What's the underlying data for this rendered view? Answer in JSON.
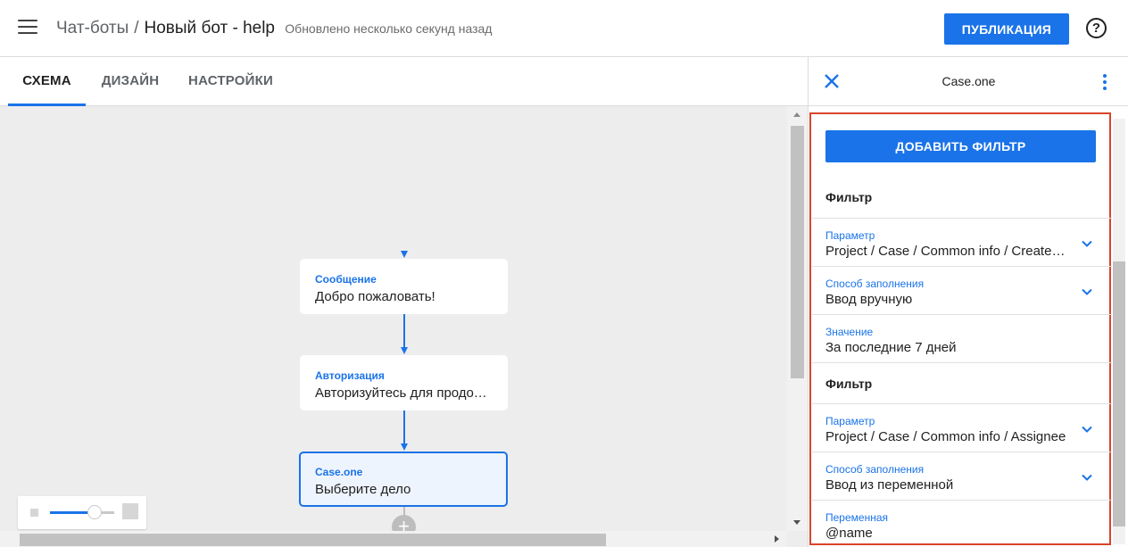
{
  "header": {
    "breadcrumb_root": "Чат-боты",
    "breadcrumb_sep": "/",
    "breadcrumb_current": "Новый бот - help",
    "updated": "Обновлено несколько секунд назад",
    "publish_label": "ПУБЛИКАЦИЯ",
    "help_glyph": "?"
  },
  "tabs": [
    {
      "label": "СХЕМА",
      "active": true
    },
    {
      "label": "ДИЗАЙН",
      "active": false
    },
    {
      "label": "НАСТРОЙКИ",
      "active": false
    }
  ],
  "flow": {
    "nodes": [
      {
        "type": "Сообщение",
        "text": "Добро пожаловать!"
      },
      {
        "type": "Авторизация",
        "text": "Авторизуйтесь для продолжения"
      },
      {
        "type": "Case.one",
        "text": "Выберите дело",
        "selected": true
      }
    ],
    "add_glyph": "+"
  },
  "zoom": {
    "level": 0.7
  },
  "panel": {
    "title": "Case.one",
    "add_filter_label": "ДОБАВИТЬ ФИЛЬТР",
    "filters": [
      {
        "title": "Фильтр",
        "fields": [
          {
            "label": "Параметр",
            "value": "Project / Case / Common info / Created date",
            "dropdown": true
          },
          {
            "label": "Способ заполнения",
            "value": "Ввод вручную",
            "dropdown": true
          },
          {
            "label": "Значение",
            "value": "За последние 7 дней",
            "dropdown": false
          }
        ]
      },
      {
        "title": "Фильтр",
        "fields": [
          {
            "label": "Параметр",
            "value": "Project / Case / Common info / Assignee",
            "dropdown": true
          },
          {
            "label": "Способ заполнения",
            "value": "Ввод из переменной",
            "dropdown": true
          },
          {
            "label": "Переменная",
            "value": "@name",
            "dropdown": false
          }
        ]
      }
    ]
  },
  "colors": {
    "accent": "#1a73e8",
    "highlight_border": "#d9442a",
    "canvas_bg": "#ededed"
  }
}
